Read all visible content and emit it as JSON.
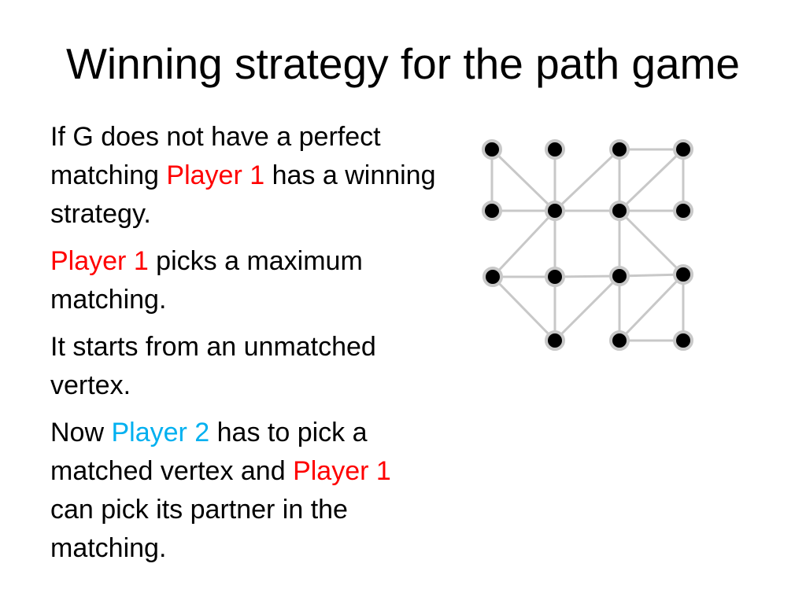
{
  "slide": {
    "title": "Winning strategy for the path game",
    "paragraphs": [
      [
        {
          "text": "If G does not have a perfect matching ",
          "color": "default"
        },
        {
          "text": "Player 1",
          "color": "red"
        },
        {
          "text": " has a winning strategy.",
          "color": "default"
        }
      ],
      [
        {
          "text": "Player 1",
          "color": "red"
        },
        {
          "text": " picks a maximum matching.",
          "color": "default"
        }
      ],
      [
        {
          "text": "It starts from an unmatched vertex.",
          "color": "default"
        }
      ],
      [
        {
          "text": "Now ",
          "color": "default"
        },
        {
          "text": "Player 2",
          "color": "cyan"
        },
        {
          "text": " has to pick a matched vertex and ",
          "color": "default"
        },
        {
          "text": "Player 1",
          "color": "red"
        },
        {
          "text": " can pick its partner in the matching.",
          "color": "default"
        }
      ]
    ]
  },
  "colors": {
    "player1": "#ff0000",
    "player2": "#00b0f0",
    "text": "#000000",
    "edge": "#c8c8c8",
    "vertex": "#000000"
  },
  "graph": {
    "vertices": [
      "a1",
      "a2",
      "a3",
      "a4",
      "b1",
      "b2",
      "b3",
      "b4",
      "c1",
      "c2",
      "c3",
      "c4",
      "d2",
      "d3",
      "d4"
    ],
    "edges": [
      [
        "a1",
        "b1"
      ],
      [
        "a1",
        "b2"
      ],
      [
        "a2",
        "b2"
      ],
      [
        "a3",
        "b2"
      ],
      [
        "a3",
        "a4"
      ],
      [
        "a3",
        "b3"
      ],
      [
        "a4",
        "b3"
      ],
      [
        "a4",
        "b4"
      ],
      [
        "b1",
        "b2"
      ],
      [
        "b2",
        "b3"
      ],
      [
        "b3",
        "b4"
      ],
      [
        "b2",
        "c1"
      ],
      [
        "b2",
        "c2"
      ],
      [
        "b3",
        "c3"
      ],
      [
        "b3",
        "c4"
      ],
      [
        "c1",
        "c2"
      ],
      [
        "c2",
        "c3"
      ],
      [
        "c3",
        "c4"
      ],
      [
        "c1",
        "d2"
      ],
      [
        "c2",
        "d2"
      ],
      [
        "c3",
        "d2"
      ],
      [
        "c3",
        "d3"
      ],
      [
        "c4",
        "d3"
      ],
      [
        "c4",
        "d4"
      ],
      [
        "d3",
        "d4"
      ]
    ]
  }
}
